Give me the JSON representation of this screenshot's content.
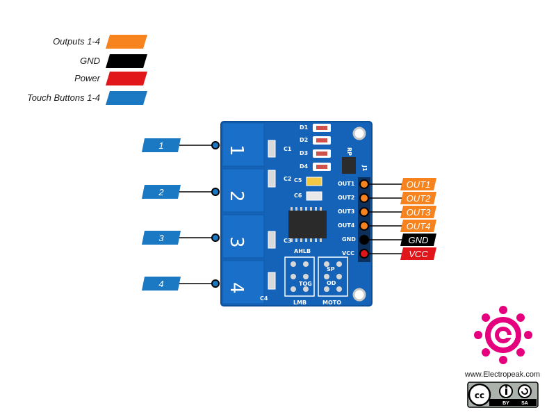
{
  "legend": [
    {
      "label": "Outputs 1-4",
      "color": "#f7831f"
    },
    {
      "label": "GND",
      "color": "#000000"
    },
    {
      "label": "Power",
      "color": "#e1161b"
    },
    {
      "label": "Touch Buttons 1-4",
      "color": "#1b79c4"
    }
  ],
  "touch_labels": [
    "1",
    "2",
    "3",
    "4"
  ],
  "pin_tags": [
    {
      "label": "OUT1",
      "color": "#f7831f"
    },
    {
      "label": "OUT2",
      "color": "#f7831f"
    },
    {
      "label": "OUT3",
      "color": "#f7831f"
    },
    {
      "label": "OUT4",
      "color": "#f7831f"
    },
    {
      "label": "GND",
      "color": "#000000"
    },
    {
      "label": "VCC",
      "color": "#e1161b"
    }
  ],
  "board": {
    "color": "#1563b8",
    "pad_numbers": [
      "1",
      "2",
      "3",
      "4"
    ],
    "pin_labels": [
      "OUT1",
      "OUT2",
      "OUT3",
      "OUT4",
      "GND",
      "VCC"
    ],
    "cap_labels": [
      "C1",
      "C2",
      "C3",
      "C4",
      "C5",
      "C6"
    ],
    "led_labels": [
      "D1",
      "D2",
      "D3",
      "D4"
    ],
    "misc_labels": [
      "RP",
      "J1",
      "AHLB",
      "TOG",
      "LMB",
      "SP",
      "OD",
      "MOTO"
    ]
  },
  "brand": {
    "website": "www.Electropeak.com",
    "logo_color": "#e5007e",
    "license": {
      "by": "BY",
      "sa": "SA"
    }
  }
}
